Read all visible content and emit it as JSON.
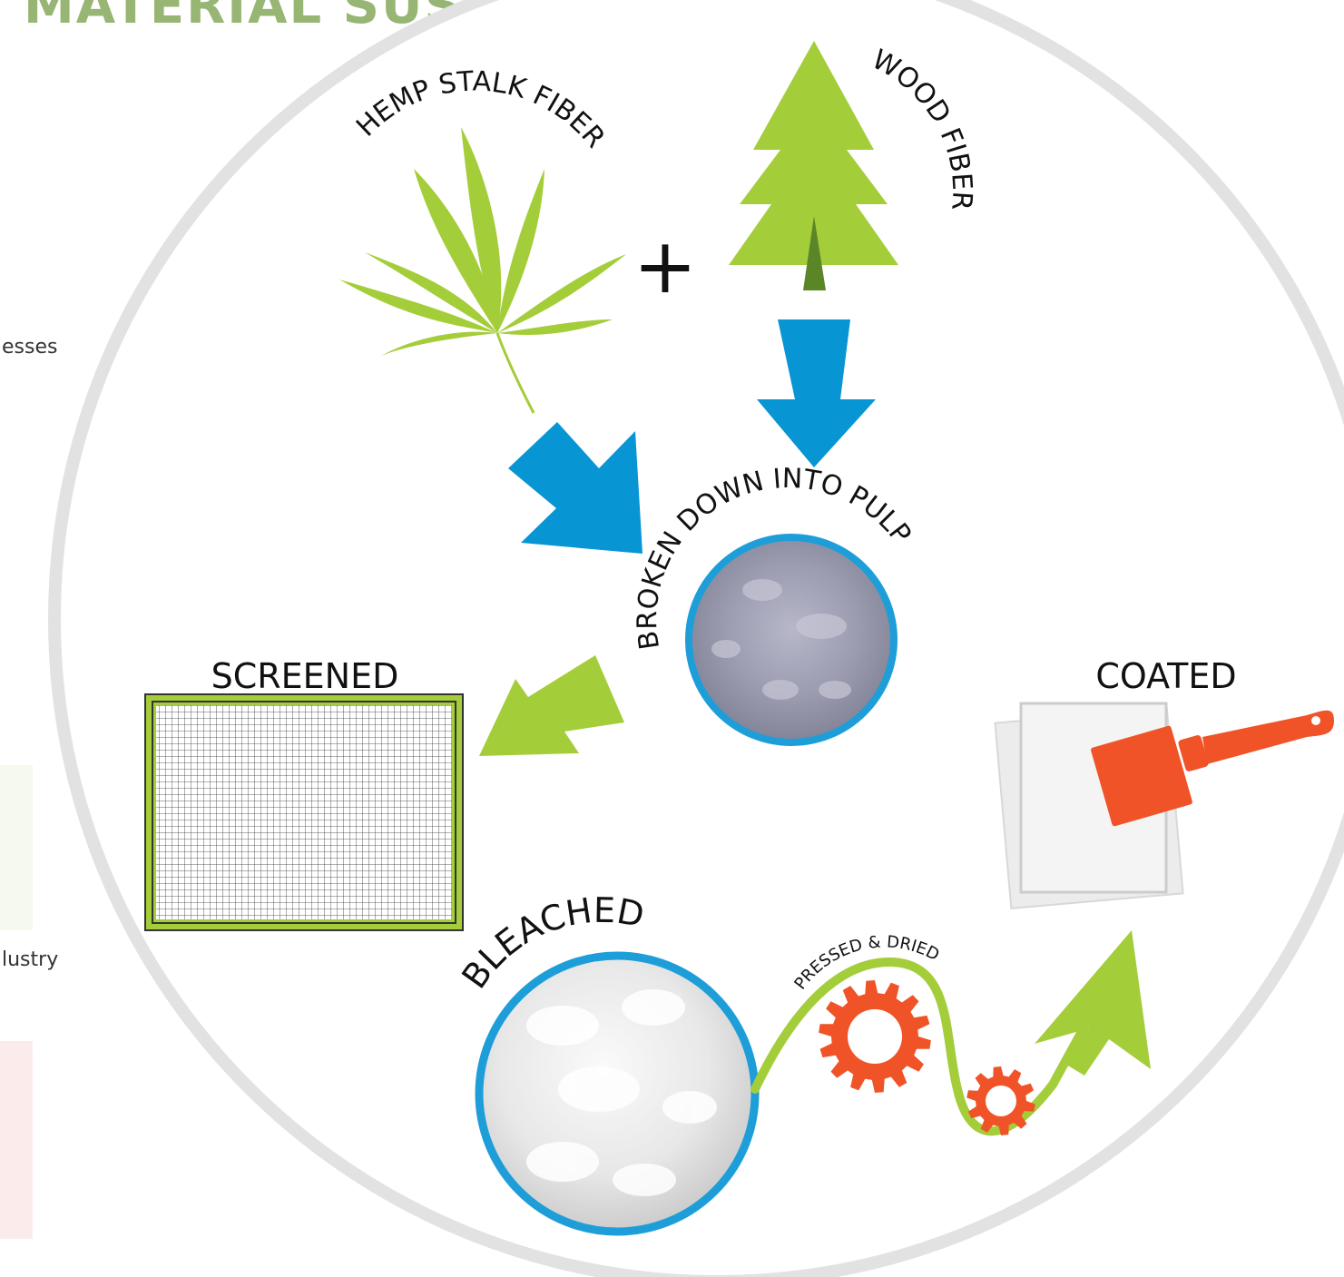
{
  "title": "MATERIAL SUSTAINABILITY",
  "side_text_1": "esses",
  "side_text_2": "lustry",
  "labels": {
    "hemp": "HEMP STALK FIBER",
    "wood": "WOOD FIBER",
    "plus": "+",
    "pulp": "BROKEN DOWN INTO PULP",
    "screened": "SCREENED",
    "coated": "COATED",
    "bleached": "BLEACHED",
    "pressed": "PRESSED & DRIED"
  },
  "colors": {
    "title": "#97b573",
    "leaf_green": "#a4cd3a",
    "arrow_blue": "#0795d4",
    "gear_orange": "#f05327",
    "circle_border": "#1e9ed8"
  },
  "icons": [
    "hemp-leaf-icon",
    "tree-icon",
    "paintbrush-icon",
    "gear-icon",
    "paper-icon"
  ]
}
